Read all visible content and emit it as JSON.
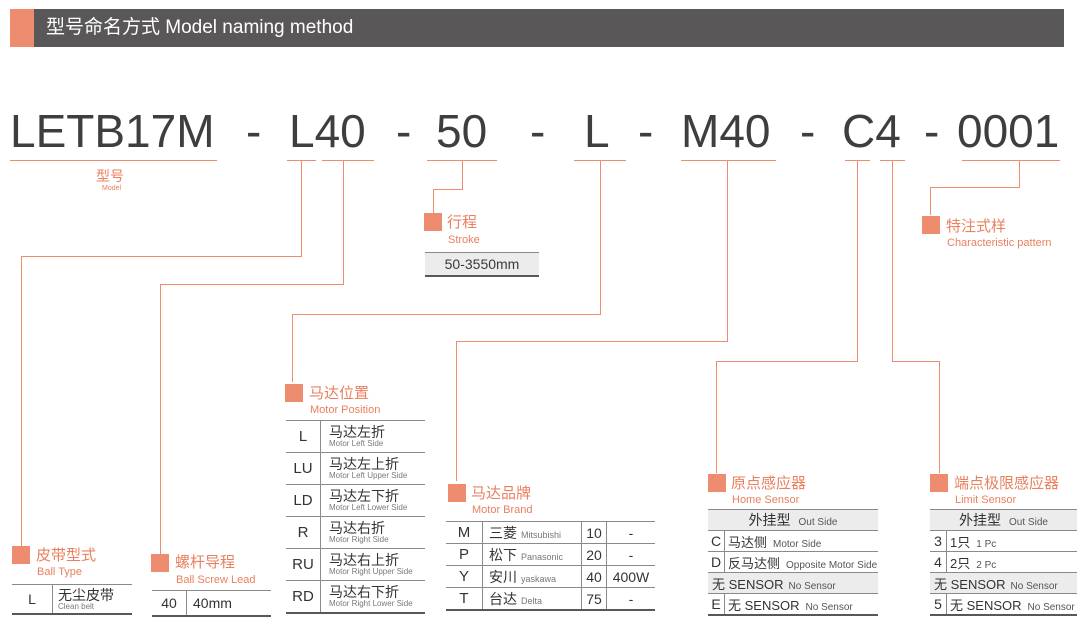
{
  "header": {
    "title": "型号命名方式  Model naming method"
  },
  "code": {
    "model": "LETB17M",
    "d1": "-",
    "motor": "L40",
    "d2": "-",
    "stroke": "50",
    "d3": "-",
    "position": "L",
    "d4": "-",
    "brand": "M40",
    "d5": "-",
    "sensor": "C4",
    "d6": "-",
    "characteristic": "0001"
  },
  "model_label": {
    "cn": "型号",
    "en": "Model"
  },
  "stroke": {
    "cn": "行程",
    "en": "Stroke",
    "value": "50-3550mm"
  },
  "characteristic": {
    "cn": "特注式样",
    "en": "Characteristic pattern"
  },
  "belt": {
    "cn": "皮带型式",
    "en": "Ball Type",
    "code": "L",
    "cn_val": "无尘皮带",
    "en_val": "Clean belt"
  },
  "lead": {
    "cn": "螺杆导程",
    "en": "Ball Screw Lead",
    "code": "40",
    "value": "40mm"
  },
  "motor_position": {
    "cn": "马达位置",
    "en": "Motor Position",
    "rows": [
      {
        "code": "L",
        "cn": "马达左折",
        "en": "Motor Left Side"
      },
      {
        "code": "LU",
        "cn": "马达左上折",
        "en": "Motor Left Upper Side"
      },
      {
        "code": "LD",
        "cn": "马达左下折",
        "en": "Motor Left Lower Side"
      },
      {
        "code": "R",
        "cn": "马达右折",
        "en": "Motor Right Side"
      },
      {
        "code": "RU",
        "cn": "马达右上折",
        "en": "Motor Right Upper Side"
      },
      {
        "code": "RD",
        "cn": "马达右下折",
        "en": "Motor Right Lower Side"
      }
    ]
  },
  "motor_brand": {
    "cn": "马达品牌",
    "en": "Motor Brand",
    "rows": [
      {
        "code": "M",
        "cn": "三菱",
        "en": "Mitsubishi",
        "size": "10",
        "power": "-"
      },
      {
        "code": "P",
        "cn": "松下",
        "en": "Panasonic",
        "size": "20",
        "power": "-"
      },
      {
        "code": "Y",
        "cn": "安川",
        "en": "yaskawa",
        "size": "40",
        "power": "400W"
      },
      {
        "code": "T",
        "cn": "台达",
        "en": "Delta",
        "size": "75",
        "power": "-"
      }
    ]
  },
  "home_sensor": {
    "cn": "原点感应器",
    "en": "Home Sensor",
    "head": {
      "cn": "外挂型",
      "en": "Out Side"
    },
    "rows": [
      {
        "code": "C",
        "cn": "马达侧",
        "en": "Motor Side"
      },
      {
        "code": "D",
        "cn": "反马达侧",
        "en": "Opposite Motor Side"
      },
      {
        "code": "",
        "cn": "无 SENSOR",
        "en": "No Sensor"
      },
      {
        "code": "E",
        "cn": "无  SENSOR",
        "en": "No Sensor"
      }
    ]
  },
  "limit_sensor": {
    "cn": "端点极限感应器",
    "en": "Limit Sensor",
    "head": {
      "cn": "外挂型",
      "en": "Out Side"
    },
    "rows": [
      {
        "code": "3",
        "cn": "1只",
        "en": "1 Pc"
      },
      {
        "code": "4",
        "cn": "2只",
        "en": "2 Pc"
      },
      {
        "code": "",
        "cn": "无 SENSOR",
        "en": "No Sensor"
      },
      {
        "code": "5",
        "cn": "无 SENSOR",
        "en": "No Sensor"
      }
    ]
  },
  "colors": {
    "accent": "#ee8c6f",
    "header_bg": "#595757",
    "text": "#3a3a3a"
  }
}
